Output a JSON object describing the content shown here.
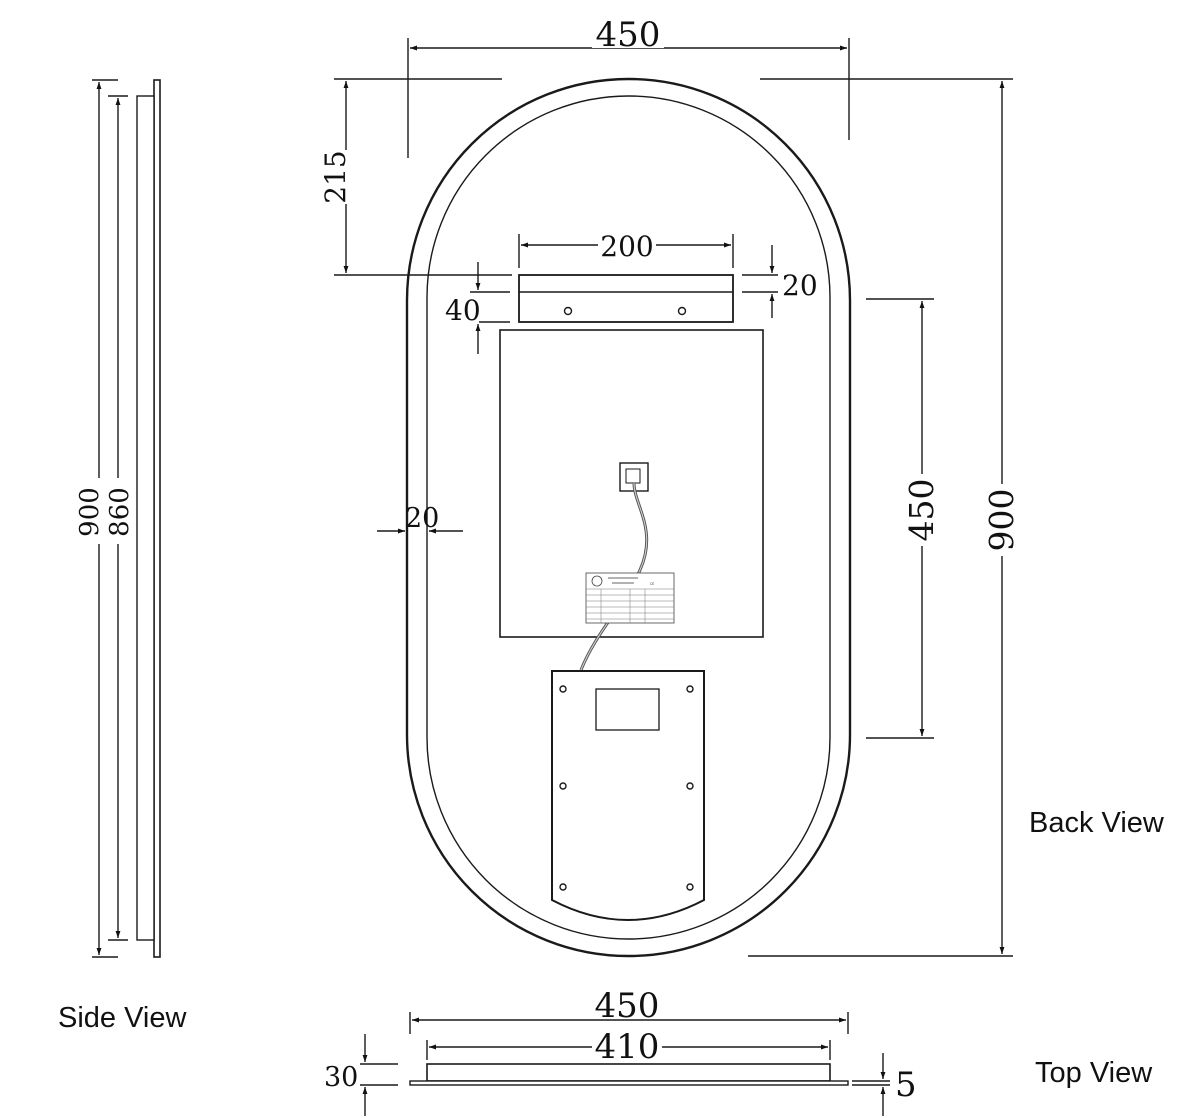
{
  "views": {
    "side": "Side View",
    "back": "Back View",
    "top": "Top View"
  },
  "dimensions": {
    "top_width": "450",
    "top_offset": "215",
    "bracket_width": "200",
    "bracket_height": "20",
    "bracket_offset": "40",
    "frame_edge": "20",
    "panel_height": "450",
    "total_height": "900",
    "side_height": "900",
    "side_inner_height": "860",
    "plan_width": "450",
    "plan_inner_width": "410",
    "plan_depth": "30",
    "plan_glass": "5"
  }
}
